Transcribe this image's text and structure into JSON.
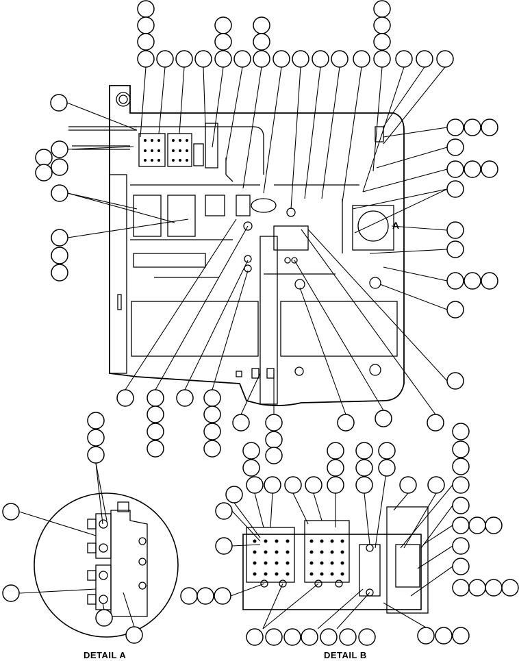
{
  "diagram": {
    "detail_a_title": "DETAIL A",
    "detail_b_title": "DETAIL B",
    "detail_a_marker": "A",
    "line_color": "#000000",
    "paper_color": "#ffffff"
  }
}
